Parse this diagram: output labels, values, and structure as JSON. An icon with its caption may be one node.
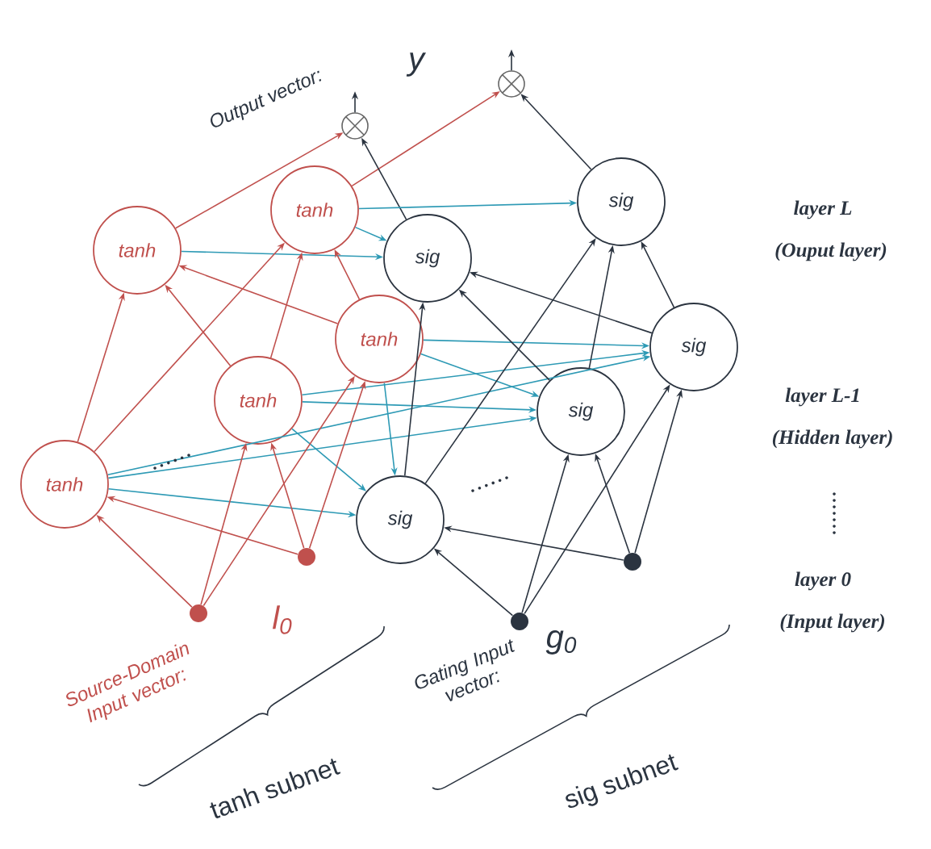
{
  "diagram": {
    "nodes": [
      {
        "text": [],
        "shape": "circle"
      },
      {
        "text": [],
        "shape": "circle"
      },
      {
        "text": [
          "tanh"
        ]
      },
      {
        "text": [
          "sig"
        ]
      },
      {
        "text": [
          "tanh"
        ]
      },
      {
        "text": [
          "sig"
        ]
      },
      {
        "text": [
          "tanh"
        ]
      },
      {
        "text": [
          "sig"
        ]
      },
      {
        "text": [
          "tanh"
        ]
      },
      {
        "text": [
          "sig"
        ]
      },
      {
        "text": [
          "tanh"
        ]
      },
      {
        "text": [
          "sig"
        ]
      },
      {
        "text": [],
        "shape": "circle"
      },
      {
        "text": [],
        "shape": "circle"
      },
      {
        "text": [],
        "shape": "circle"
      },
      {
        "text": [],
        "shape": "circle"
      }
    ],
    "edges": [
      {
        "from": 0,
        "to": null,
        "arrow": "to"
      },
      {
        "from": 1,
        "to": null,
        "arrow": "to"
      },
      {
        "from": 4,
        "to": 0,
        "arrow": "to",
        "color": "#c0504d"
      },
      {
        "from": 2,
        "to": 1,
        "arrow": "to",
        "color": "#c0504d"
      },
      {
        "from": 5,
        "to": 0,
        "arrow": "to"
      },
      {
        "from": 3,
        "to": 1,
        "arrow": "to"
      },
      {
        "from": 4,
        "to": 5,
        "arrow": "to",
        "color": "#2e9ab5"
      },
      {
        "from": 2,
        "to": 5,
        "arrow": "to",
        "color": "#2e9ab5"
      },
      {
        "from": 2,
        "to": 3,
        "arrow": "to",
        "color": "#2e9ab5"
      },
      {
        "from": 6,
        "to": 7,
        "arrow": "to",
        "color": "#2e9ab5"
      },
      {
        "from": 6,
        "to": 9,
        "arrow": "to",
        "color": "#2e9ab5"
      },
      {
        "from": 6,
        "to": 11,
        "arrow": "to",
        "color": "#2e9ab5"
      },
      {
        "from": 8,
        "to": 7,
        "arrow": "to",
        "color": "#2e9ab5"
      },
      {
        "from": 8,
        "to": 9,
        "arrow": "to",
        "color": "#2e9ab5"
      },
      {
        "from": 8,
        "to": 11,
        "arrow": "to",
        "color": "#2e9ab5"
      },
      {
        "from": 10,
        "to": 7,
        "arrow": "to",
        "color": "#2e9ab5"
      },
      {
        "from": 10,
        "to": 9,
        "arrow": "to",
        "color": "#2e9ab5"
      },
      {
        "from": 10,
        "to": 11,
        "arrow": "to",
        "color": "#2e9ab5"
      },
      {
        "from": 6,
        "to": 2,
        "arrow": "to",
        "color": "#c0504d"
      },
      {
        "from": 6,
        "to": 4,
        "arrow": "to",
        "color": "#c0504d"
      },
      {
        "from": 8,
        "to": 2,
        "arrow": "to",
        "color": "#c0504d"
      },
      {
        "from": 8,
        "to": 4,
        "arrow": "to",
        "color": "#c0504d"
      },
      {
        "from": 10,
        "to": 2,
        "arrow": "to",
        "color": "#c0504d"
      },
      {
        "from": 10,
        "to": 4,
        "arrow": "to",
        "color": "#c0504d"
      },
      {
        "from": 12,
        "to": 6,
        "arrow": "to",
        "color": "#c0504d"
      },
      {
        "from": 12,
        "to": 8,
        "arrow": "to",
        "color": "#c0504d"
      },
      {
        "from": 12,
        "to": 10,
        "arrow": "to",
        "color": "#c0504d"
      },
      {
        "from": 13,
        "to": 6,
        "arrow": "to",
        "color": "#c0504d"
      },
      {
        "from": 13,
        "to": 8,
        "arrow": "to",
        "color": "#c0504d"
      },
      {
        "from": 13,
        "to": 10,
        "arrow": "to",
        "color": "#c0504d"
      },
      {
        "from": 7,
        "to": 5,
        "arrow": "to"
      },
      {
        "from": 7,
        "to": 3,
        "arrow": "to"
      },
      {
        "from": 9,
        "to": 5,
        "arrow": "to"
      },
      {
        "from": 9,
        "to": 3,
        "arrow": "to"
      },
      {
        "from": 11,
        "to": 5,
        "arrow": "to"
      },
      {
        "from": 11,
        "to": 3,
        "arrow": "to"
      },
      {
        "from": 14,
        "to": 7,
        "arrow": "to"
      },
      {
        "from": 14,
        "to": 9,
        "arrow": "to"
      },
      {
        "from": 14,
        "to": 11,
        "arrow": "to"
      },
      {
        "from": 15,
        "to": 7,
        "arrow": "to"
      },
      {
        "from": 15,
        "to": 9,
        "arrow": "to"
      },
      {
        "from": 15,
        "to": 11,
        "arrow": "to"
      }
    ],
    "labels": [
      "Output vector:",
      "y",
      "layer  L",
      "(Ouput layer)",
      "layer  L-1",
      "(Hidden layer)",
      "layer  0",
      "(Input layer)",
      "Source-Domain Input vector:",
      "l$_{0}$",
      "Gating Input vector:",
      "g$_{0}$",
      "tanh subnet",
      "sig subnet"
    ]
  }
}
